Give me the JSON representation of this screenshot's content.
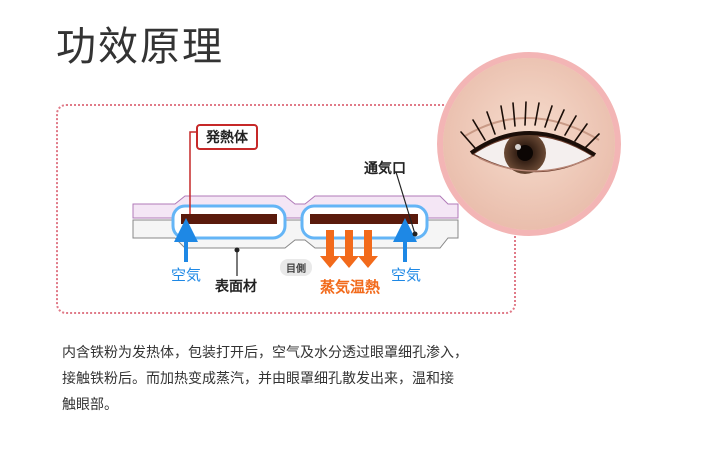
{
  "title": "功效原理",
  "diagram": {
    "heat_element_label": "発熱体",
    "vent_label": "通気口",
    "air_left_label": "空気",
    "air_right_label": "空気",
    "surface_label": "表面材",
    "eye_side_label": "目側",
    "steam_label": "蒸気温熱"
  },
  "description": {
    "line1": "内含铁粉为发热体，包装打开后，空气及水分透过眼罩细孔渗入，",
    "line2": "接触铁粉后。而加热变成蒸汽，并由眼罩细孔散发出来，温和接",
    "line3": "触眼部。"
  },
  "colors": {
    "accent_pink": "#e07a88",
    "air_blue": "#1e88e5",
    "steam_orange": "#f26a1b",
    "heat_brown": "#5a1a0c"
  }
}
